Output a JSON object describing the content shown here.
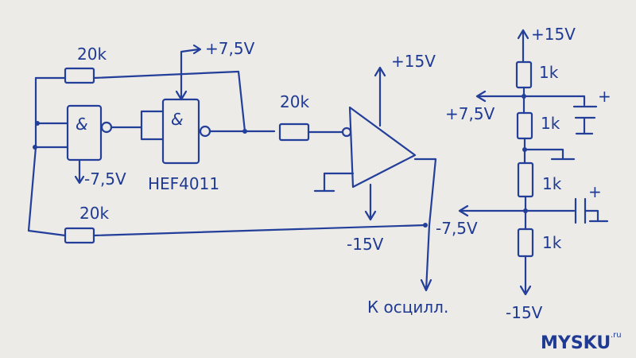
{
  "schematic": {
    "left_section": {
      "feedback_resistor_top": "20k",
      "feedback_resistor_bottom": "20k",
      "gate1_symbol": "&",
      "gate2_symbol": "&",
      "supply_positive": "+7,5V",
      "supply_negative": "-7,5V",
      "chip_label": "HEF4011"
    },
    "middle_section": {
      "input_resistor": "20k",
      "opamp_supply_positive": "+15V",
      "opamp_supply_negative": "-15V",
      "output_label": "К осцилл."
    },
    "right_section": {
      "top_supply": "+15V",
      "resistors": [
        "1k",
        "1k",
        "1k",
        "1k"
      ],
      "tap_positive": "+7,5V",
      "tap_negative": "-7,5V",
      "bottom_supply": "-15V",
      "capacitor_polarity": "+"
    }
  },
  "watermark": {
    "text": "MYSKU",
    "suffix": ".ru"
  }
}
